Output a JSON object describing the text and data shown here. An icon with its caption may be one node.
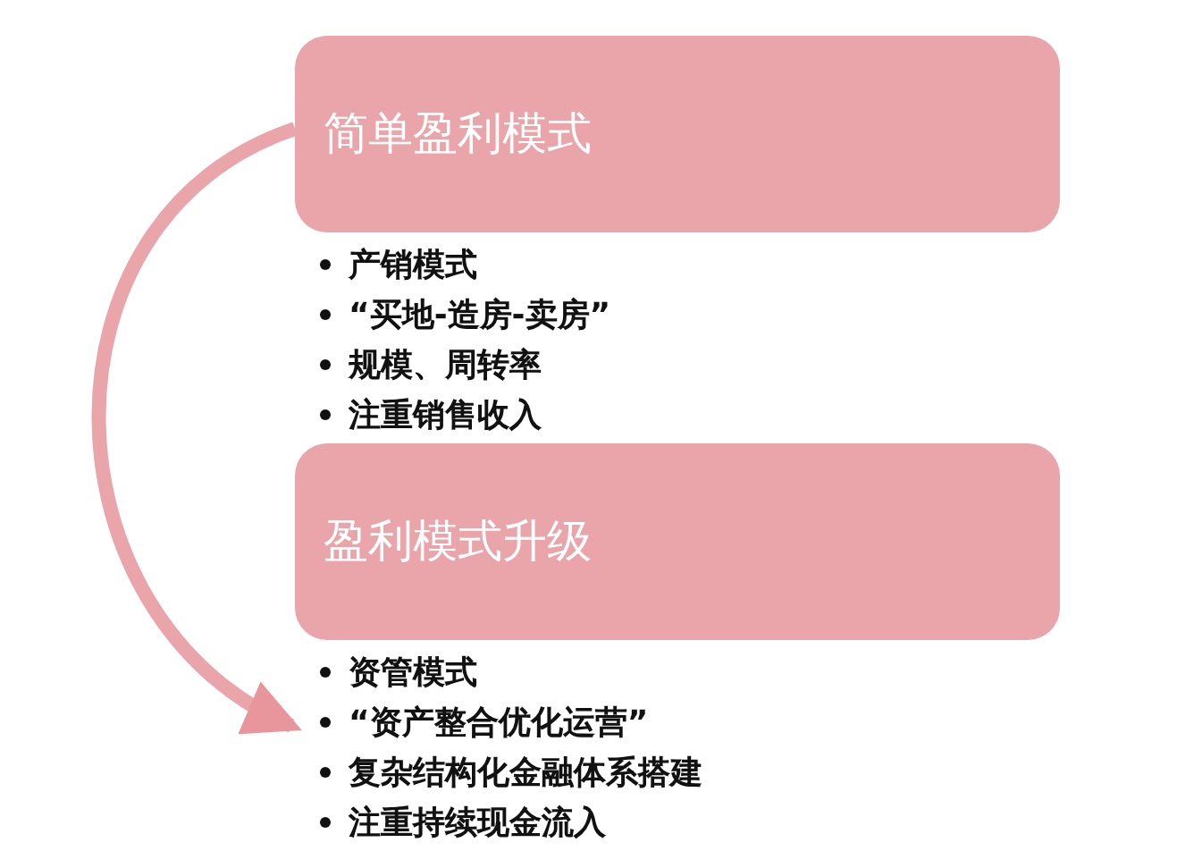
{
  "diagram": {
    "nodes": [
      {
        "text": [
          "简单盈利模式"
        ],
        "beside": [
          "产销模式",
          "“买地-造房-卖房”",
          "规模、周转率",
          "注重销售收入"
        ]
      },
      {
        "text": [
          "盈利模式升级"
        ],
        "beside": [
          "资管模式",
          "“资产整合优化运营”",
          "复杂结构化金融体系搭建",
          "注重持续现金流入"
        ]
      }
    ],
    "edges": [
      {
        "from": 0,
        "to": 1,
        "arrow": "to"
      }
    ]
  }
}
